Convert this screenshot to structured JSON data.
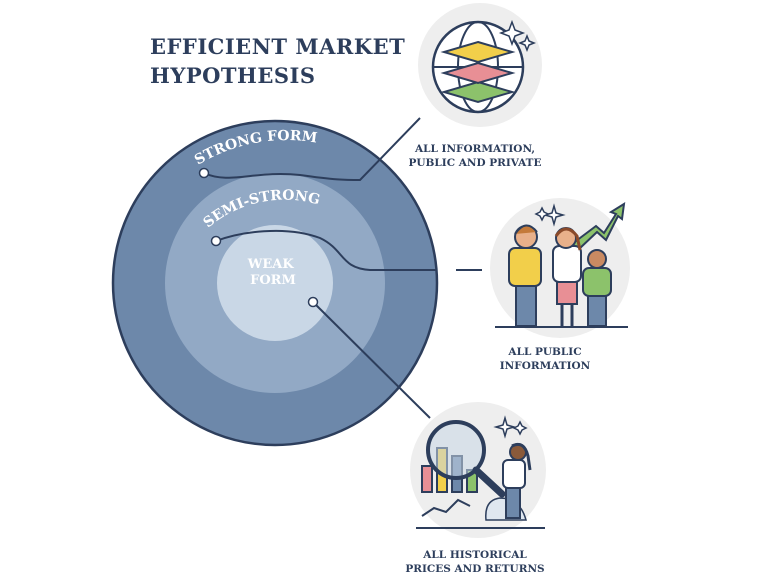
{
  "title": {
    "line1": "EFFICIENT MARKET",
    "line2": "HYPOTHESIS"
  },
  "rings": {
    "strong": "STRONG FORM",
    "semi": "SEMI-STRONG",
    "weak_line1": "WEAK",
    "weak_line2": "FORM"
  },
  "captions": {
    "strong": {
      "line1": "ALL INFORMATION,",
      "line2": "PUBLIC AND PRIVATE"
    },
    "semi": {
      "line1": "ALL PUBLIC",
      "line2": "INFORMATION"
    },
    "weak": {
      "line1": "ALL HISTORICAL",
      "line2": "PRICES AND RETURNS"
    }
  },
  "colors": {
    "ink": "#2d3e5c",
    "outer_ring": "#6d88aa",
    "middle_ring": "#92a9c5",
    "inner_ring": "#c9d7e6",
    "illustration_bg": "#eeeeee",
    "accent_yellow": "#f2cf4a",
    "accent_green": "#8cc26b",
    "accent_pink": "#e88f95"
  }
}
